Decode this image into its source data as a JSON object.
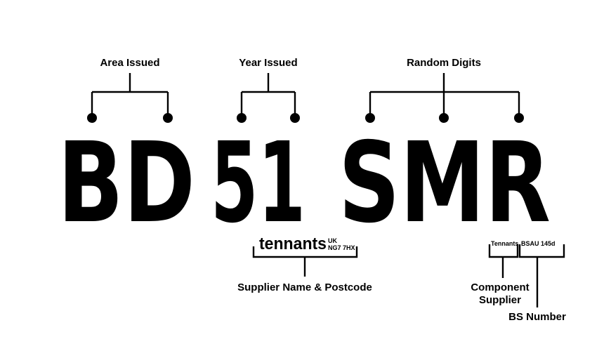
{
  "plate": {
    "area_code": "BD",
    "year_code": "51",
    "random_letters": "SMR"
  },
  "labels": {
    "area_issued": "Area Issued",
    "year_issued": "Year Issued",
    "random_digits": "Random Digits",
    "supplier_name_postcode": "Supplier Name & Postcode",
    "component_supplier_line1": "Component",
    "component_supplier_line2": "Supplier",
    "bs_number": "BS Number"
  },
  "markings": {
    "supplier_logo": "tennants",
    "supplier_country": "UK",
    "supplier_postcode": "NG7 7HX",
    "component_supplier": "Tennants",
    "bs_code": "BSAU 145d"
  },
  "colors": {
    "ink": "#000000",
    "background": "#ffffff"
  }
}
